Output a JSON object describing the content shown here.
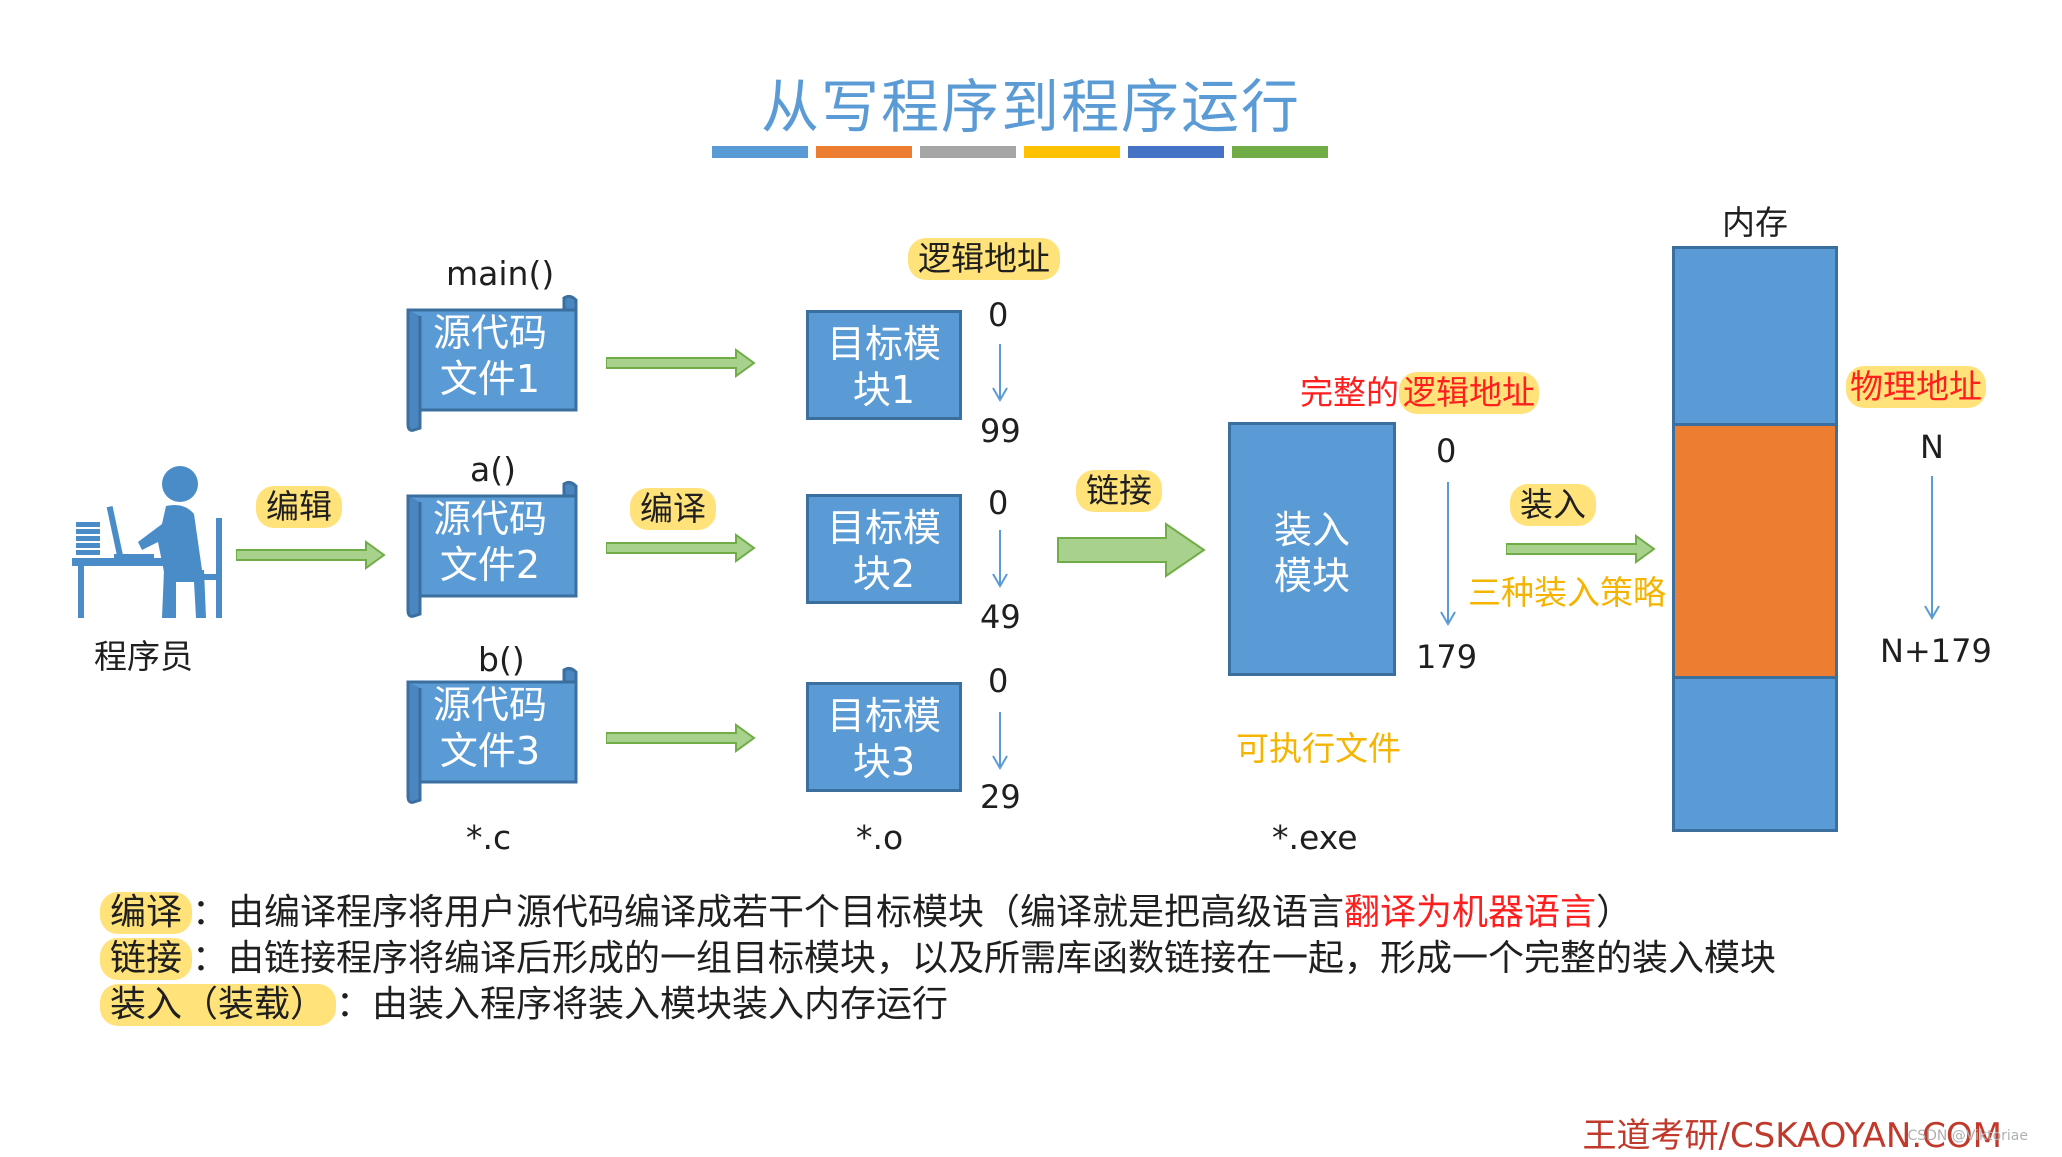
{
  "title": "从写程序到程序运行",
  "title_bar_colors": [
    "#5b9bd5",
    "#ed7d31",
    "#a5a5a5",
    "#ffc000",
    "#4472c4",
    "#70ad47"
  ],
  "programmer": {
    "label": "程序员"
  },
  "edit_label": "编辑",
  "compile_label": "编译",
  "link_label": "链接",
  "load_label": "装入",
  "functions": [
    "main()",
    "a()",
    "b()"
  ],
  "source_files": [
    {
      "line1": "源代码",
      "line2": "文件1"
    },
    {
      "line1": "源代码",
      "line2": "文件2"
    },
    {
      "line1": "源代码",
      "line2": "文件3"
    }
  ],
  "object_modules": [
    {
      "line1": "目标模",
      "line2": "块1",
      "start": "0",
      "end": "99"
    },
    {
      "line1": "目标模",
      "line2": "块2",
      "start": "0",
      "end": "49"
    },
    {
      "line1": "目标模",
      "line2": "块3",
      "start": "0",
      "end": "29"
    }
  ],
  "logical_address_label": "逻辑地址",
  "source_ext": "*.c",
  "object_ext": "*.o",
  "load_module": {
    "line1": "装入",
    "line2": "模块",
    "start": "0",
    "end": "179",
    "caption_prefix": "完整的",
    "caption_hl": "逻辑地址",
    "executable": "可执行文件",
    "ext": "*.exe"
  },
  "load_strategies": "三种装入策略",
  "memory": {
    "title": "内存",
    "physical_label": "物理地址",
    "start": "N",
    "end": "N+179"
  },
  "notes": [
    {
      "term": "编译",
      "sep": "：",
      "text": "由编译程序将用户源代码编译成若干个目标模块（编译就是把高级语言",
      "red": "翻译为机器语言",
      "tail": "）"
    },
    {
      "term": "链接",
      "sep": "：",
      "text": "由链接程序将编译后形成的一组目标模块，以及所需库函数链接在一起，形成一个完整的装入模块",
      "red": "",
      "tail": ""
    },
    {
      "term": "装入（装载）",
      "sep": "：",
      "text": "由装入程序将装入模块装入内存运行",
      "red": "",
      "tail": ""
    }
  ],
  "footer": "王道考研/CSKAOYAN.COM",
  "watermark": "CSDN @Viktoriae",
  "colors": {
    "box_blue": "#5b9bd5",
    "arrow_green": "#70ad47",
    "memory_orange": "#ed7d31",
    "highlight": "#ffe27a",
    "red": "#ff1f1f",
    "gold": "#f4b400"
  }
}
